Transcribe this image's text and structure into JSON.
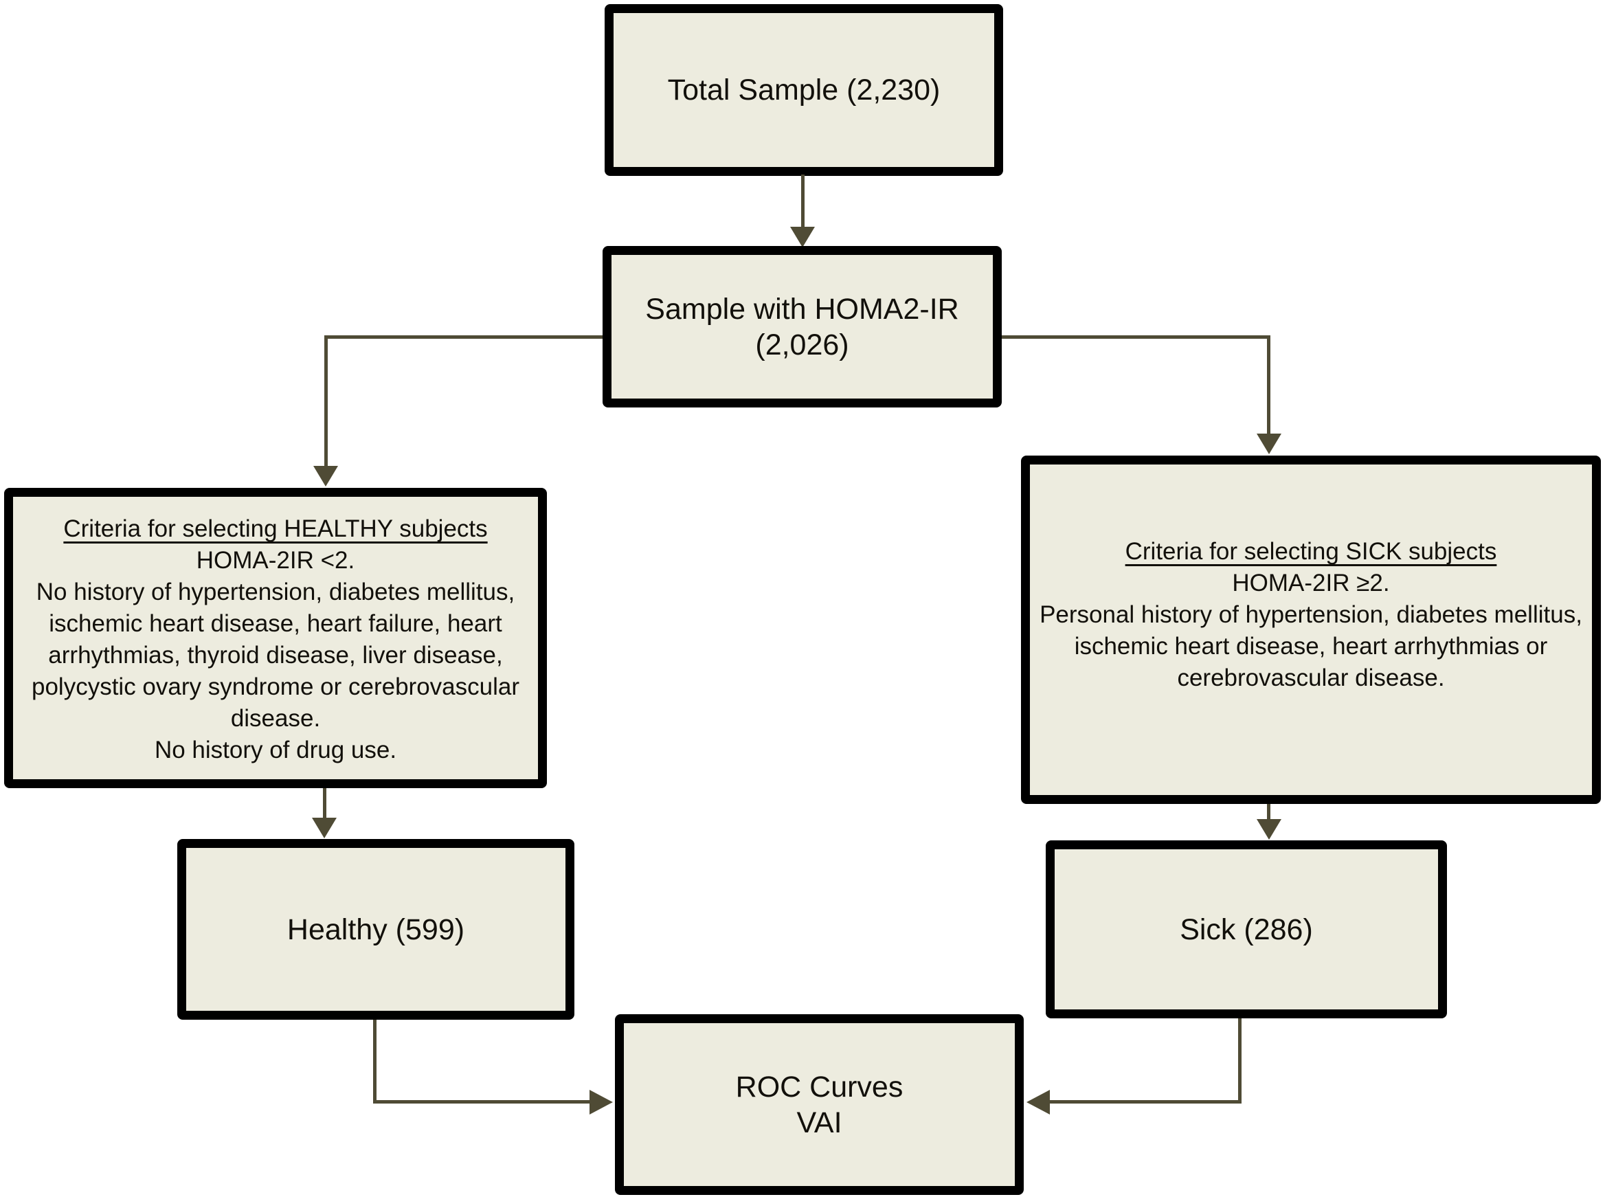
{
  "colors": {
    "background": "#ffffff",
    "box_fill": "#edecdf",
    "box_border": "#000000",
    "connector": "#4f4b35",
    "text": "#12100b"
  },
  "nodes": {
    "total_sample": {
      "label": "Total Sample (2,230)"
    },
    "homa_sample": {
      "line1": "Sample with HOMA2-IR",
      "line2": "(2,026)"
    },
    "healthy_criteria": {
      "lines": [
        "Criteria for selecting HEALTHY subjects",
        "HOMA-2IR <2.",
        "No history of hypertension, diabetes mellitus,",
        "ischemic heart disease, heart failure, heart",
        "arrhythmias, thyroid disease, liver disease,",
        "polycystic ovary syndrome or cerebrovascular",
        "disease.",
        "No history of drug use."
      ]
    },
    "sick_criteria": {
      "lines": [
        "Criteria for selecting SICK subjects",
        "HOMA-2IR ≥2.",
        "Personal history of hypertension, diabetes mellitus,",
        "ischemic heart disease, heart arrhythmias or",
        "cerebrovascular disease."
      ]
    },
    "healthy": {
      "label": "Healthy (599)"
    },
    "sick": {
      "label": "Sick (286)"
    },
    "roc": {
      "line1": "ROC Curves",
      "line2": "VAI"
    }
  },
  "edges": [
    {
      "from": "total_sample",
      "to": "homa_sample"
    },
    {
      "from": "homa_sample",
      "to": "healthy_criteria"
    },
    {
      "from": "homa_sample",
      "to": "sick_criteria"
    },
    {
      "from": "healthy_criteria",
      "to": "healthy"
    },
    {
      "from": "sick_criteria",
      "to": "sick"
    },
    {
      "from": "healthy",
      "to": "roc"
    },
    {
      "from": "sick",
      "to": "roc"
    }
  ]
}
